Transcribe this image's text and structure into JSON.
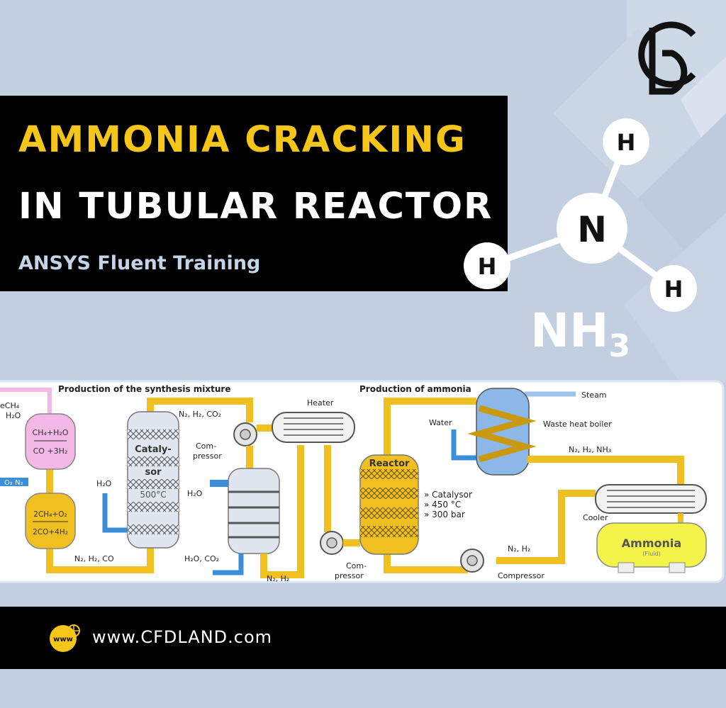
{
  "title": {
    "line1": "AMMONIA CRACKING",
    "line2": "IN TUBULAR REACTOR",
    "subtitle": "ANSYS Fluent Training"
  },
  "molecule": {
    "center_atom": "N",
    "hydrogen_label": "H",
    "formula_main": "NH",
    "formula_sub": "3"
  },
  "diagram": {
    "section_synthesis": "Production of the synthesis mixture",
    "section_ammonia": "Production of ammonia",
    "ch4_input": "eCH₄",
    "h2o_input": "H₂O",
    "o2n2_input": "O₂ N₂",
    "reactor1_top": "CH₄+H₂O",
    "reactor1_bottom": "CO +3H₂",
    "reactor2_top": "2CH₄+O₂",
    "reactor2_bottom": "2CO+4H₂",
    "catalysor_line1": "Cataly-",
    "catalysor_line2": "sor",
    "catalysor_temp": "500°C",
    "h2o_left": "H₂O",
    "h2o_right": "H₂O",
    "n2h2co": "N₂, H₂, CO",
    "n2h2co2": "N₂, H₂, CO₂",
    "compressor1_line1": "Com-",
    "compressor1_line2": "pressor",
    "h2o_co2": "H₂O, CO₂",
    "n2h2_bottom": "N₂, H₂",
    "heater": "Heater",
    "compressor2_line1": "Com-",
    "compressor2_line2": "pressor",
    "reactor_label": "Reactor",
    "reactor_cond1": "» Catalysor",
    "reactor_cond2": "» 450 °C",
    "reactor_cond3": "» 300 bar",
    "water": "Water",
    "steam": "Steam",
    "waste_heat_boiler": "Waste heat boiler",
    "n2h2nh3": "N₂, H₂, NH₃",
    "cooler": "Cooler",
    "n2h2_return": "N₂, H₂",
    "compressor3": "Compressor",
    "ammonia_tank": "Ammonia",
    "ammonia_fluid": "(Fluid)"
  },
  "footer": {
    "icon_text": "www",
    "url": "www.CFDLAND.com"
  },
  "colors": {
    "background": "#c2cfe0",
    "accent_yellow": "#f5c518",
    "pipe_yellow": "#f0c020",
    "pipe_blue": "#3b8fd9",
    "pink": "#f3b8e6"
  },
  "icons": [
    "cfdland-logo-icon",
    "globe-www-icon"
  ]
}
